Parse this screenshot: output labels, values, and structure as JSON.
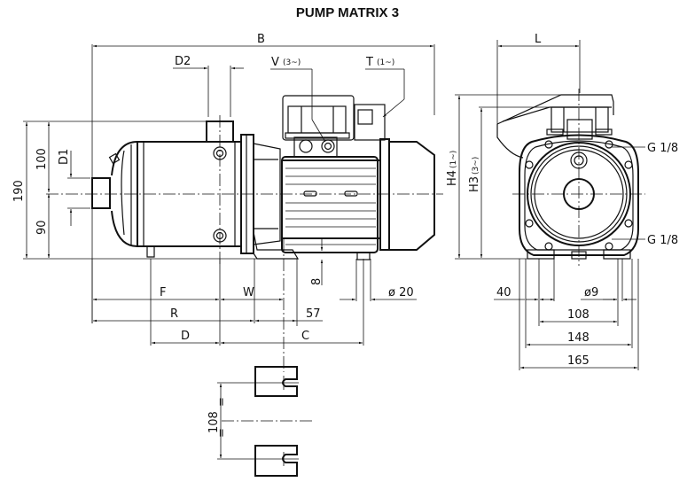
{
  "title": "PUMP MATRIX 3",
  "side_view": {
    "labels": {
      "B": "B",
      "D2": "D2",
      "V": "V",
      "V_phase": "(3~)",
      "T": "T",
      "T_phase": "(1~)",
      "D1": "D1",
      "h190": "190",
      "h100": "100",
      "h90": "90",
      "F": "F",
      "W": "W",
      "R": "R",
      "D": "D",
      "C": "C",
      "d57": "57",
      "d8": "8",
      "phi20": "ø 20"
    }
  },
  "front_view": {
    "labels": {
      "L": "L",
      "H4": "H4",
      "H4_phase": "(1~)",
      "H3": "H3",
      "H3_phase": "(3~)",
      "G_top": "G 1/8",
      "G_bottom": "G 1/8",
      "d40": "40",
      "phi9": "ø9",
      "d108": "108",
      "d148": "148",
      "d165": "165"
    }
  },
  "foot_detail": {
    "labels": {
      "d108": "108",
      "eq_top": "=",
      "eq_bottom": "="
    }
  }
}
